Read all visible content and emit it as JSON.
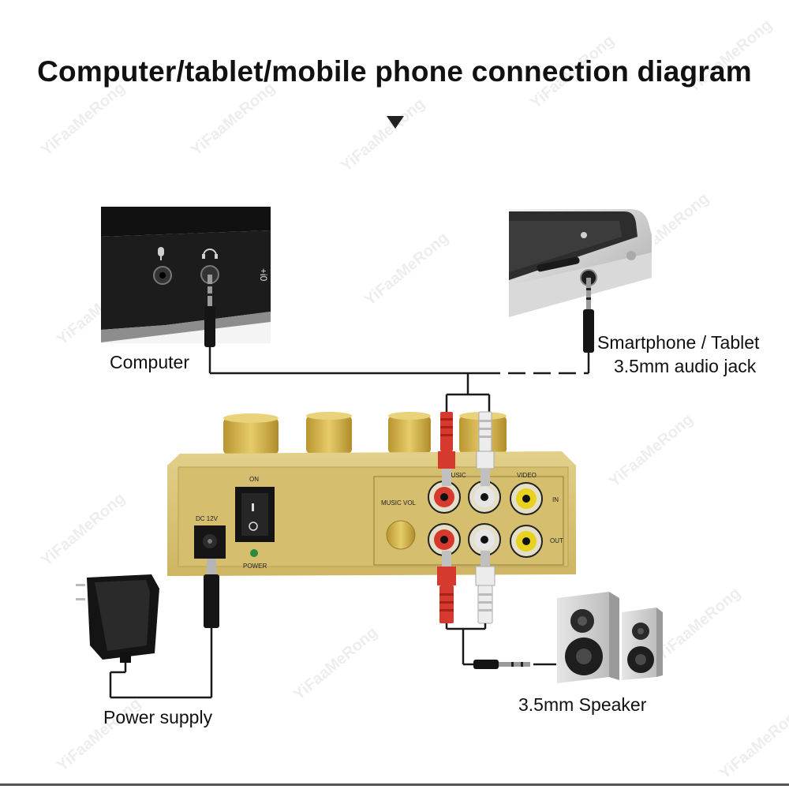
{
  "title": "Computer/tablet/mobile phone connection diagram",
  "labels": {
    "computer": "Computer",
    "smartphone_line1": "Smartphone / Tablet",
    "smartphone_line2": "3.5mm audio jack",
    "power_supply": "Power supply",
    "speaker": "3.5mm Speaker"
  },
  "device_panel": {
    "switch_label": "ON",
    "dc_label": "DC 12V",
    "power_label": "POWER",
    "music_label": "MUSIC",
    "video_label": "VIDEO",
    "music_vol_label": "MUSIC VOL",
    "in_label": "IN",
    "out_label": "OUT"
  },
  "watermark": "YiFaaMeRong",
  "colors": {
    "device_gold": "#d8c375",
    "knob_gold": "#c9a94a",
    "rca_red": "#d63a2e",
    "rca_white": "#e6e6e6",
    "rca_yellow": "#e8d21f",
    "cable": "#1a1a1a"
  },
  "icons": [
    "microphone-icon",
    "headphone-icon",
    "down-triangle-icon"
  ]
}
